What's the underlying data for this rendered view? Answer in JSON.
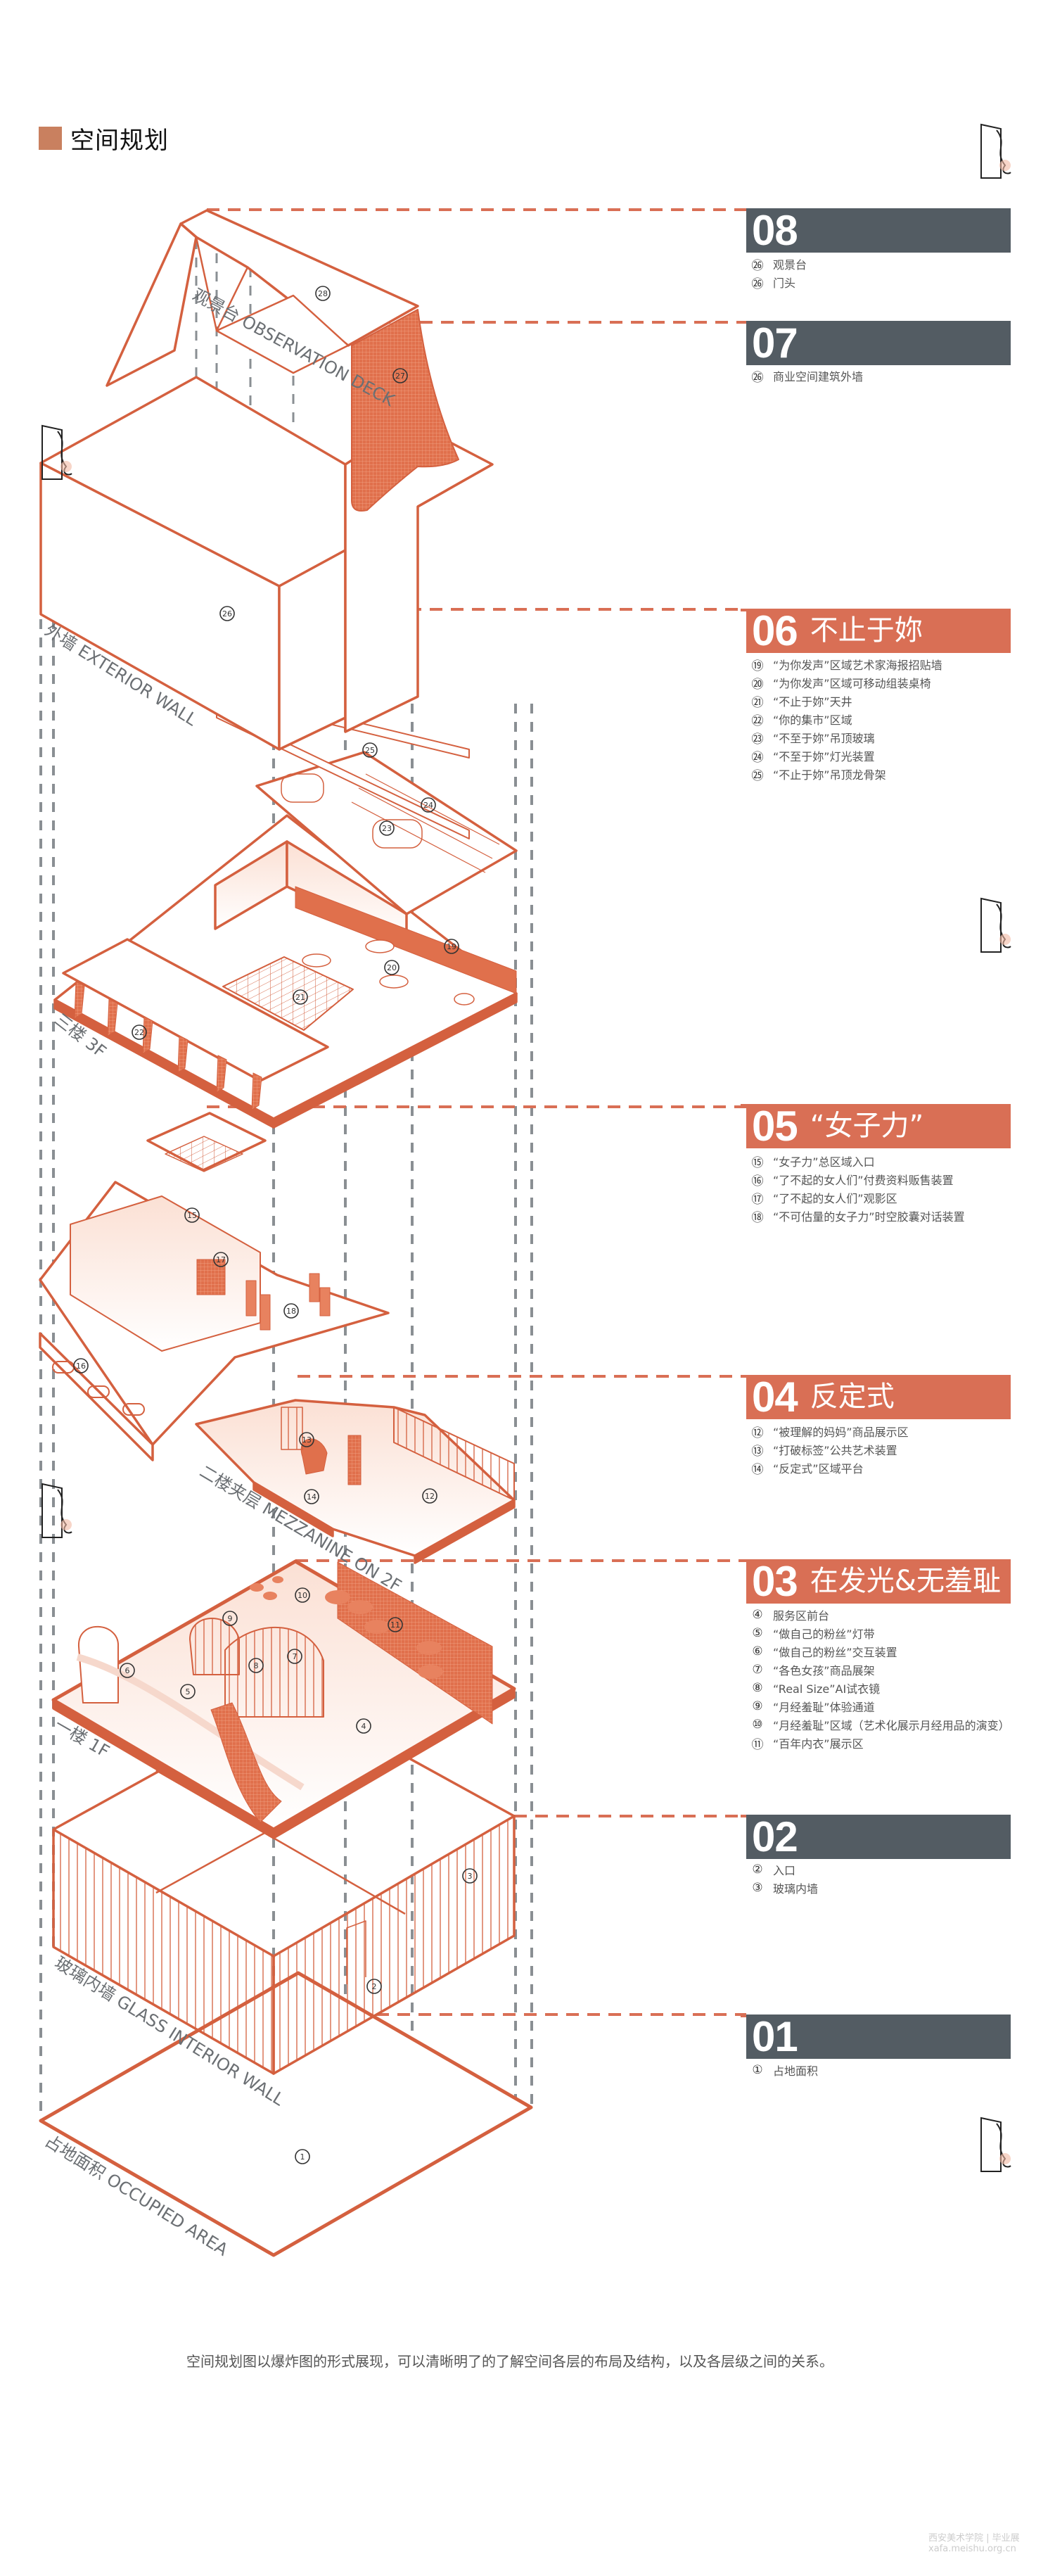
{
  "header": {
    "title": "空间规划"
  },
  "colors": {
    "accent": "#d96f55",
    "line": "#d4603f",
    "panel_gray": "#535c63",
    "guide_gray": "#8a8f93",
    "title_square": "#c9805f"
  },
  "panels": [
    {
      "num": "08",
      "title": "",
      "style": "gray",
      "items": [
        {
          "n": "㉖",
          "text": "观景台"
        },
        {
          "n": "㉖",
          "text": "门头"
        }
      ]
    },
    {
      "num": "07",
      "title": "",
      "style": "gray",
      "items": [
        {
          "n": "㉖",
          "text": "商业空间建筑外墙"
        }
      ]
    },
    {
      "num": "06",
      "title": "不止于妳",
      "style": "orange",
      "items": [
        {
          "n": "⑲",
          "text": "“为你发声”区域艺术家海报招贴墙"
        },
        {
          "n": "⑳",
          "text": "“为你发声”区域可移动组装桌椅"
        },
        {
          "n": "㉑",
          "text": "“不止于妳”天井"
        },
        {
          "n": "㉒",
          "text": "“你的集市”区域"
        },
        {
          "n": "㉓",
          "text": "“不至于妳”吊顶玻璃"
        },
        {
          "n": "㉔",
          "text": "“不至于妳”灯光装置"
        },
        {
          "n": "㉕",
          "text": "“不止于妳”吊顶龙骨架"
        }
      ]
    },
    {
      "num": "05",
      "title": "“女子力”",
      "style": "orange",
      "items": [
        {
          "n": "⑮",
          "text": "“女子力”总区域入口"
        },
        {
          "n": "⑯",
          "text": "“了不起的女人们”付费资料贩售装置"
        },
        {
          "n": "⑰",
          "text": "“了不起的女人们”观影区"
        },
        {
          "n": "⑱",
          "text": "“不可估量的女子力”时空胶囊对话装置"
        }
      ]
    },
    {
      "num": "04",
      "title": "反定式",
      "style": "orange",
      "items": [
        {
          "n": "⑫",
          "text": "“被理解的妈妈”商品展示区"
        },
        {
          "n": "⑬",
          "text": "“打破标签”公共艺术装置"
        },
        {
          "n": "⑭",
          "text": "“反定式”区域平台"
        }
      ]
    },
    {
      "num": "03",
      "title": "在发光&无羞耻",
      "style": "orange",
      "items": [
        {
          "n": "④",
          "text": "服务区前台"
        },
        {
          "n": "⑤",
          "text": "“做自己的粉丝”灯带"
        },
        {
          "n": "⑥",
          "text": "“做自己的粉丝”交互装置"
        },
        {
          "n": "⑦",
          "text": "“各色女孩”商品展架"
        },
        {
          "n": "⑧",
          "text": "“Real Size”AI试衣镜"
        },
        {
          "n": "⑨",
          "text": "“月经羞耻”体验通道"
        },
        {
          "n": "⑩",
          "text": "“月经羞耻”区域（艺术化展示月经用品的演变）"
        },
        {
          "n": "⑪",
          "text": "“百年内衣”展示区"
        }
      ]
    },
    {
      "num": "02",
      "title": "",
      "style": "gray",
      "items": [
        {
          "n": "②",
          "text": "入口"
        },
        {
          "n": "③",
          "text": "玻璃内墙"
        }
      ]
    },
    {
      "num": "01",
      "title": "",
      "style": "gray",
      "items": [
        {
          "n": "①",
          "text": "占地面积"
        }
      ]
    }
  ],
  "drawing": {
    "labels": {
      "observation": "观景台 OBSERVATION DECK",
      "exterior": "外墙 EXTERIOR WALL",
      "f3": "三楼 3F",
      "mezzanine": "二楼夹层 MEZZANINE ON 2F",
      "f1": "一楼 1F",
      "glass": "玻璃内墙 GLASS INTERIOR WALL",
      "occupied": "占地面积 OCCUPIED AREA"
    },
    "callouts": [
      "1",
      "2",
      "3",
      "4",
      "5",
      "6",
      "7",
      "8",
      "9",
      "10",
      "11",
      "12",
      "13",
      "14",
      "15",
      "16",
      "17",
      "18",
      "19",
      "20",
      "21",
      "22",
      "23",
      "24",
      "25",
      "26",
      "27",
      "28"
    ]
  },
  "description": "空间规划图以爆炸图的形式展现，可以清晰明了的了解空间各层的布局及结构，以及各层级之间的关系。",
  "watermark": {
    "line1": "西安美术学院 | 毕业展",
    "line2": "xafa.meishu.org.cn"
  }
}
